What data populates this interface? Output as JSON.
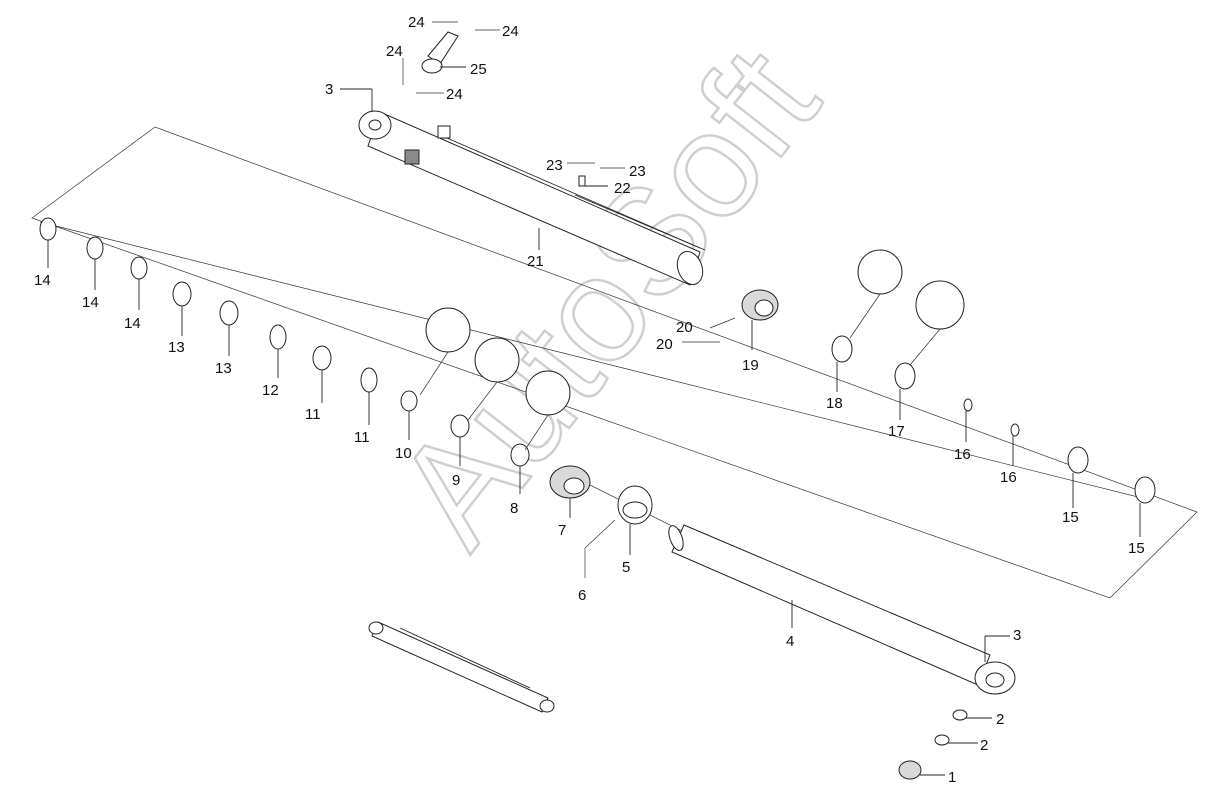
{
  "watermark": "AutoSoft",
  "callouts": [
    {
      "id": "c14a",
      "text": "14"
    },
    {
      "id": "c14b",
      "text": "14"
    },
    {
      "id": "c14c",
      "text": "14"
    },
    {
      "id": "c13a",
      "text": "13"
    },
    {
      "id": "c13b",
      "text": "13"
    },
    {
      "id": "c12",
      "text": "12"
    },
    {
      "id": "c11a",
      "text": "11"
    },
    {
      "id": "c11b",
      "text": "11"
    },
    {
      "id": "c10",
      "text": "10"
    },
    {
      "id": "c9",
      "text": "9"
    },
    {
      "id": "c8",
      "text": "8"
    },
    {
      "id": "c7",
      "text": "7"
    },
    {
      "id": "c6",
      "text": "6"
    },
    {
      "id": "c5",
      "text": "5"
    },
    {
      "id": "c4",
      "text": "4"
    },
    {
      "id": "c3a",
      "text": "3"
    },
    {
      "id": "c3b",
      "text": "3"
    },
    {
      "id": "c2a",
      "text": "2"
    },
    {
      "id": "c2b",
      "text": "2"
    },
    {
      "id": "c1",
      "text": "1"
    },
    {
      "id": "c15a",
      "text": "15"
    },
    {
      "id": "c15b",
      "text": "15"
    },
    {
      "id": "c16a",
      "text": "16"
    },
    {
      "id": "c16b",
      "text": "16"
    },
    {
      "id": "c17",
      "text": "17"
    },
    {
      "id": "c18",
      "text": "18"
    },
    {
      "id": "c19",
      "text": "19"
    },
    {
      "id": "c20a",
      "text": "20"
    },
    {
      "id": "c20b",
      "text": "20"
    },
    {
      "id": "c21",
      "text": "21"
    },
    {
      "id": "c22",
      "text": "22"
    },
    {
      "id": "c23a",
      "text": "23"
    },
    {
      "id": "c23b",
      "text": "23"
    },
    {
      "id": "c24a",
      "text": "24"
    },
    {
      "id": "c24b",
      "text": "24"
    },
    {
      "id": "c24c",
      "text": "24"
    },
    {
      "id": "c24d",
      "text": "24"
    },
    {
      "id": "c25",
      "text": "25"
    }
  ]
}
